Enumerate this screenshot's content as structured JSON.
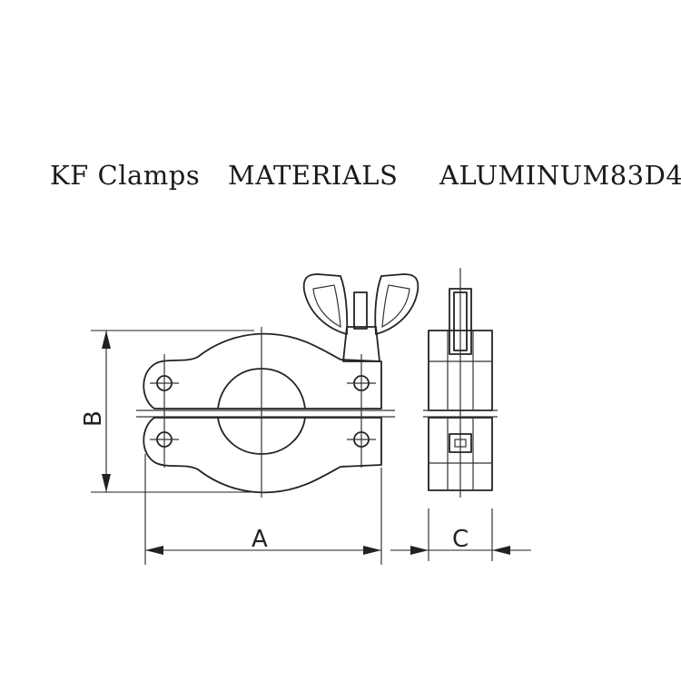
{
  "header": {
    "product": "KF Clamps",
    "materials_label": "MATERIALS",
    "material_value": "ALUMINUM83D4"
  },
  "dimensions": {
    "a": "A",
    "b": "B",
    "c": "C"
  },
  "colors": {
    "line": "#222222",
    "background": "#ffffff"
  }
}
